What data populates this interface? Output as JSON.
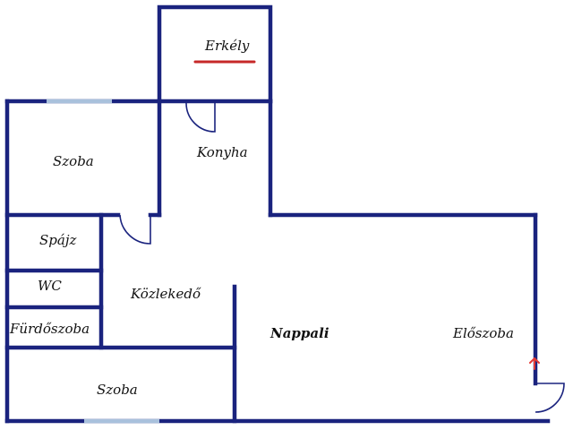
{
  "rooms": {
    "erkely": "Erkély",
    "konyha": "Konyha",
    "szoba_top": "Szoba",
    "spajz": "Spájz",
    "wc": "WC",
    "furdoszoba": "Fürdőszoba",
    "kozlekedo": "Közlekedő",
    "nappali": "Nappali",
    "eloszoba": "Előszoba",
    "szoba_bottom": "Szoba"
  },
  "colors": {
    "wall": "#1a237e",
    "window": "#a9c1dc",
    "accent_underline": "#c62828",
    "entrance_arrow": "#e53935"
  }
}
